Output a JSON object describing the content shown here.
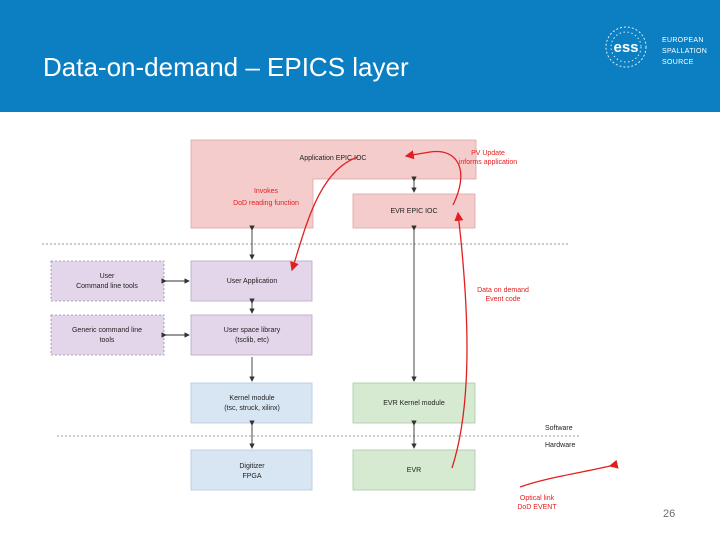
{
  "slide": {
    "title": "Data-on-demand – EPICS layer",
    "page_number": "26",
    "accent_color": "#0b7fc2"
  },
  "logo": {
    "mark": "ess",
    "lines": [
      "EUROPEAN",
      "SPALLATION",
      "SOURCE"
    ]
  },
  "diagram": {
    "boxes": {
      "app_ioc": "Application EPIC IOC",
      "invokes_1": "Invokes",
      "invokes_2": "DoD reading function",
      "evr_ioc": "EVR EPIC IOC",
      "user_tools_1": "User",
      "user_tools_2": "Command line tools",
      "user_app": "User Application",
      "generic_1": "Generic command line",
      "generic_2": "tools",
      "user_lib_1": "User space library",
      "user_lib_2": "(tsclib, etc)",
      "kernel_1": "Kernel module",
      "kernel_2": "(tsc, struck, xilinx)",
      "evr_kernel": "EVR Kernel module",
      "digitizer_1": "Digitizer",
      "digitizer_2": "FPGA",
      "evr": "EVR"
    },
    "annotations": {
      "pv_update_1": "PV Update",
      "pv_update_2": "informs application",
      "dod_1": "Data on demand",
      "dod_2": "Event code",
      "software": "Software",
      "hardware": "Hardware",
      "optical_1": "Optical link",
      "optical_2": "DoD EVENT"
    },
    "colors": {
      "epics_layer": "#f5cccc",
      "user_layer": "#e4d6ea",
      "kernel_layer": "#d8e6f4",
      "hardware_layer": "#d6ead2",
      "red_arrow": "#e02020"
    }
  }
}
